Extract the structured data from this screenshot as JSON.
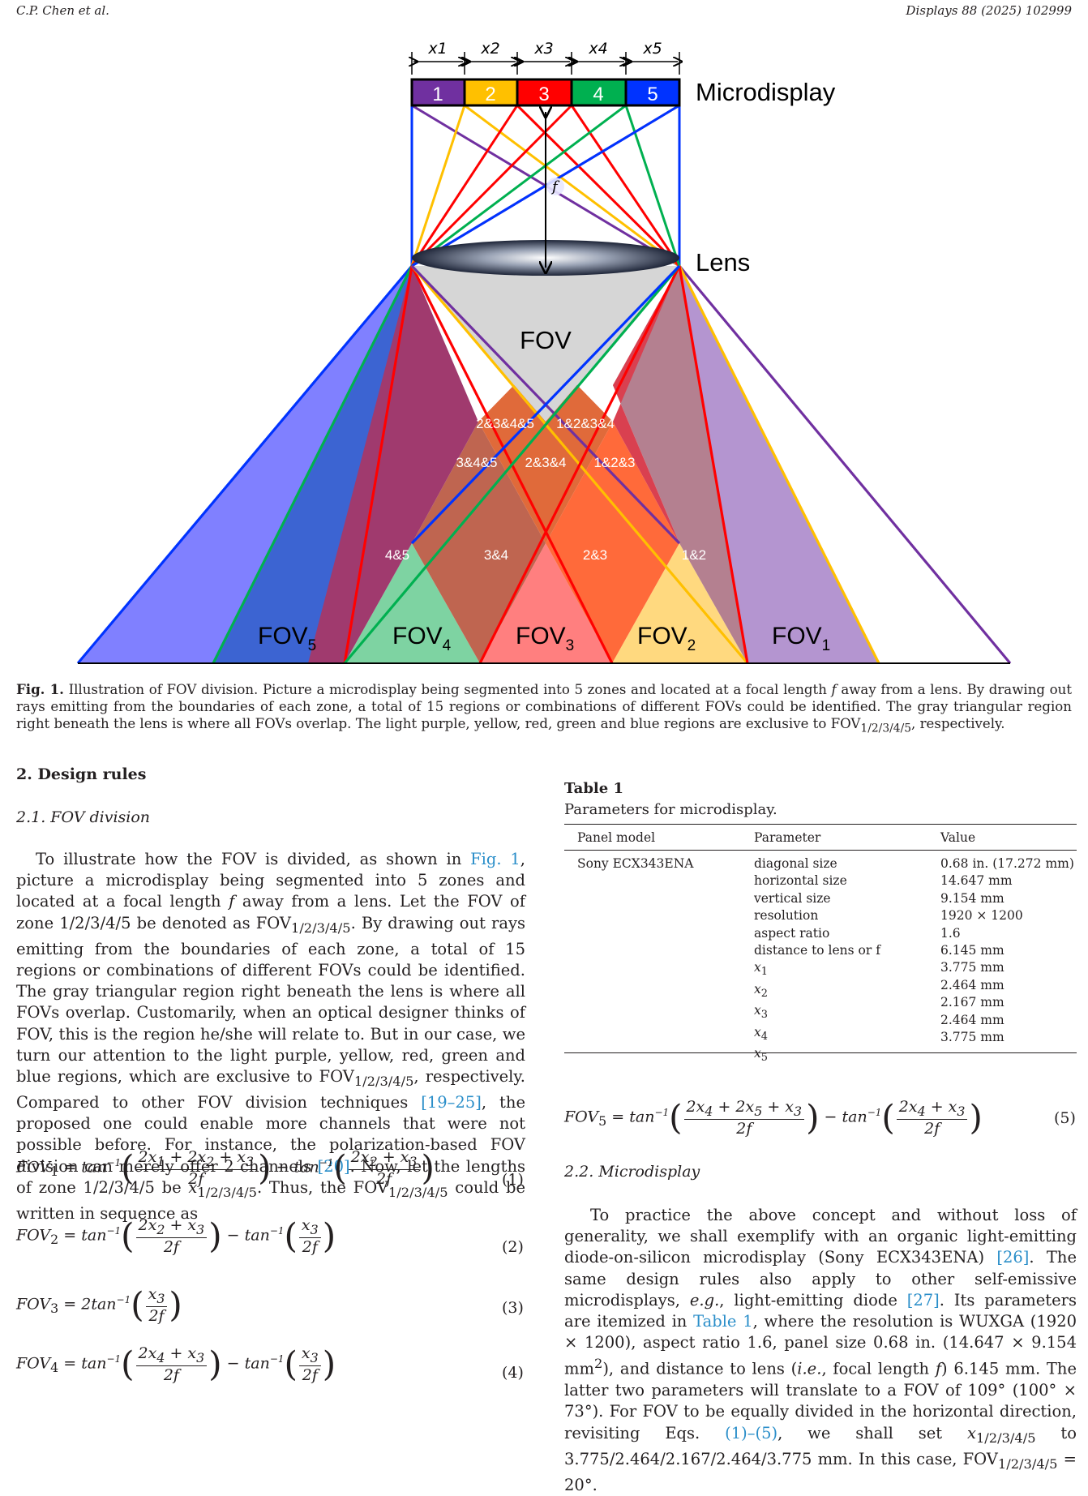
{
  "header": {
    "left": "C.P. Chen et al.",
    "right": "Displays 88 (2025) 102999"
  },
  "figure": {
    "zone_dims": [
      "x1",
      "x2",
      "x3",
      "x4",
      "x5"
    ],
    "zones": [
      {
        "label": "1",
        "color": "#7030a0"
      },
      {
        "label": "2",
        "color": "#ffc000"
      },
      {
        "label": "3",
        "color": "#ff0000"
      },
      {
        "label": "4",
        "color": "#00b050"
      },
      {
        "label": "5",
        "color": "#0033ff"
      }
    ],
    "microdisplay_label": "Microdisplay",
    "lens_label": "Lens",
    "focal_label": "f",
    "fov_label": "FOV",
    "region_labels": {
      "r2345": "2&3&4&5",
      "r1234": "1&2&3&4",
      "r345": "3&4&5",
      "r234": "2&3&4",
      "r123": "1&2&3",
      "r45": "4&5",
      "r34": "3&4",
      "r23": "2&3",
      "r12": "1&2"
    },
    "fov_labels": [
      {
        "main": "FOV",
        "sub": "5"
      },
      {
        "main": "FOV",
        "sub": "4"
      },
      {
        "main": "FOV",
        "sub": "3"
      },
      {
        "main": "FOV",
        "sub": "2"
      },
      {
        "main": "FOV",
        "sub": "1"
      }
    ]
  },
  "caption": {
    "label": "Fig. 1.",
    "text_1": " Illustration of FOV division. Picture a microdisplay being segmented into 5 zones and located at a focal length ",
    "f": "f",
    "text_2": " away from a lens. By drawing out rays emitting from the boundaries of each zone, a total of 15 regions or combinations of different FOVs could be identified. The gray triangular region right beneath the lens is where all FOVs overlap. The light purple, yellow, red, green and blue regions are exclusive to FOV",
    "sub": "1/2/3/4/5",
    "text_3": ", respectively."
  },
  "section": {
    "heading": "2. Design rules",
    "subheading": "2.1. FOV division",
    "p1_a": "To illustrate how the FOV is divided, as shown in ",
    "p1_ref_fig": "Fig. 1",
    "p1_b": ", picture a microdisplay being segmented into 5 zones and located at a focal length ",
    "p1_f": "f",
    "p1_c": " away from a lens. Let the FOV of zone 1/2/3/4/5 be denoted as FOV",
    "p1_sub1": "1/2/3/4/5",
    "p1_d": ". By drawing out rays emitting from the boundaries of each zone, a total of 15 regions or combinations of different FOVs could be identified. The gray triangular region right beneath the lens is where all FOVs overlap. Customarily, when an optical designer thinks of FOV, this is the region he/she will relate to. But in our case, we turn our attention to the light purple, yellow, red, green and blue regions, which are exclusive to FOV",
    "p1_sub2": "1/2/3/4/5",
    "p1_e": ", respectively. Compared to other FOV division techniques ",
    "p1_ref_a": "[19–25]",
    "p1_f2": ", the proposed one could enable more channels that were not possible before. For instance, the polarization-based FOV division can merely offer 2 channels ",
    "p1_ref_b": "[20]",
    "p1_g": ". Now, let the lengths of zone 1/2/3/4/5 be ",
    "p1_x": "x",
    "p1_sub3": "1/2/3/4/5",
    "p1_h": ". Thus, the FOV",
    "p1_sub4": "1/2/3/4/5",
    "p1_i": " could be written in sequence as"
  },
  "equations": [
    {
      "number": "(1)"
    },
    {
      "number": "(2)"
    },
    {
      "number": "(3)"
    },
    {
      "number": "(4)"
    },
    {
      "number": "(5)"
    }
  ],
  "table": {
    "title": "Table 1",
    "caption": "Parameters for microdisplay.",
    "headers": [
      "Panel model",
      "Parameter",
      "Value"
    ],
    "panel_model": "Sony ECX343ENA",
    "rows": [
      {
        "param": "diagonal size",
        "value": "0.68 in. (17.272 mm)"
      },
      {
        "param": "horizontal size",
        "value": "14.647 mm"
      },
      {
        "param": "vertical size",
        "value": "9.154 mm"
      },
      {
        "param": "resolution",
        "value": "1920 × 1200"
      },
      {
        "param": "aspect ratio",
        "value": "1.6"
      },
      {
        "param": "distance to lens or f",
        "value": "6.145 mm"
      },
      {
        "param": "x1",
        "value": "3.775 mm"
      },
      {
        "param": "x2",
        "value": "2.464 mm"
      },
      {
        "param": "x3",
        "value": "2.167 mm"
      },
      {
        "param": "x4",
        "value": "2.464 mm"
      },
      {
        "param": "x5",
        "value": "3.775 mm"
      }
    ]
  },
  "section2": {
    "subheading": "2.2. Microdisplay",
    "a": "To practice the above concept and without loss of generality, we shall exemplify with an organic light-emitting diode-on-silicon microdisplay (Sony ECX343ENA) ",
    "ref26": "[26]",
    "b": ". The same design rules also apply to other self-emissive microdisplays, ",
    "eg": "e.g.",
    "c": ", light-emitting diode ",
    "ref27": "[27]",
    "d": ". Its parameters are itemized in ",
    "reft1": "Table 1",
    "e": ", where the resolution is WUXGA (1920 × 1200), aspect ratio 1.6, panel size 0.68 in. (14.647 × 9.154 mm",
    "sq": "2",
    "f1": "), and distance to lens (",
    "ie": "i.e.",
    "g": ", focal length ",
    "fi": "f",
    "h": ") 6.145 mm. The latter two parameters will translate to a FOV of 109° (100° × 73°). For FOV to be equally divided in the horizontal direction, revisiting Eqs. ",
    "refeq": "(1)–(5)",
    "i": ", we shall set ",
    "xv": "x",
    "xsub": "1/2/3/4/5",
    "j": " to 3.775/2.464/2.167/2.464/3.775 mm. In this case, FOV",
    "fsub": "1/2/3/4/5",
    "k": " = 20°."
  }
}
